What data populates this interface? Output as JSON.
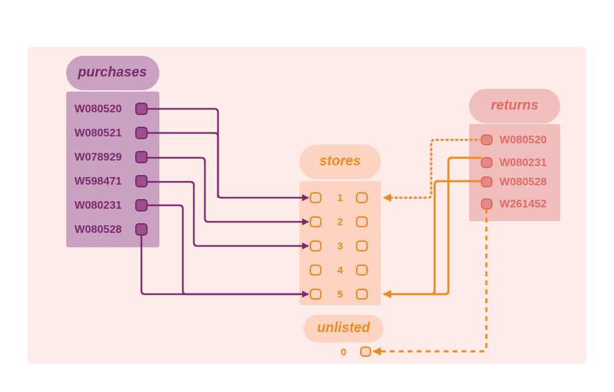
{
  "purchases": {
    "title": "purchases",
    "items": [
      "W080520",
      "W080521",
      "W078929",
      "W598471",
      "W080231",
      "W080528"
    ]
  },
  "stores": {
    "title": "stores",
    "items": [
      "1",
      "2",
      "3",
      "4",
      "5"
    ]
  },
  "returns": {
    "title": "returns",
    "items": [
      "W080520",
      "W080231",
      "W080528",
      "W261452"
    ]
  },
  "unlisted": {
    "title": "unlisted",
    "value": "0"
  },
  "links": [
    {
      "from": "purchases.W080520",
      "to": "stores.1",
      "style": "solid"
    },
    {
      "from": "purchases.W080521",
      "to": "stores.1",
      "style": "solid"
    },
    {
      "from": "purchases.W078929",
      "to": "stores.2",
      "style": "solid"
    },
    {
      "from": "purchases.W598471",
      "to": "stores.3",
      "style": "solid"
    },
    {
      "from": "purchases.W080231",
      "to": "stores.5",
      "style": "solid"
    },
    {
      "from": "purchases.W080528",
      "to": "stores.5",
      "style": "solid"
    },
    {
      "from": "returns.W080520",
      "to": "stores.1",
      "style": "dotted"
    },
    {
      "from": "returns.W080231",
      "to": "stores.5",
      "style": "solid"
    },
    {
      "from": "returns.W080528",
      "to": "stores.5",
      "style": "solid"
    },
    {
      "from": "returns.W261452",
      "to": "unlisted.0",
      "style": "dashed"
    }
  ],
  "colors": {
    "panel_bg": "#fdece9",
    "purple": "#7b2a6b",
    "purple_box": "#c9a1c1",
    "purple_title": "#c9a1c1",
    "orange": "#ef8a1f",
    "orange_box": "#fdd3c2",
    "red_text": "#e06a68",
    "red_box": "#f1bfbb"
  }
}
